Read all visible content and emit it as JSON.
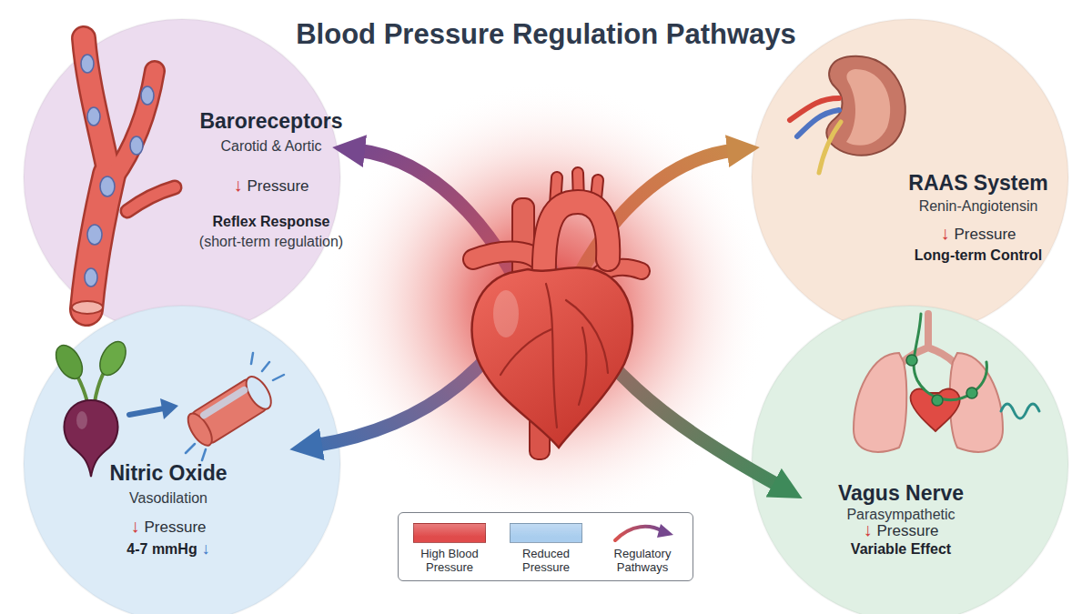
{
  "diagram": {
    "title": "Blood Pressure Regulation Pathways",
    "nodes": [
      {
        "text": [
          "Baroreceptors",
          "Carotid & Aortic",
          "↓",
          "Pressure",
          "Reflex Response",
          "(short-term regulation)"
        ]
      },
      {
        "text": [
          "RAAS System",
          "Renin-Angiotensin",
          "↓",
          "Pressure",
          "Long-term Control"
        ]
      },
      {
        "text": [
          "Nitric Oxide",
          "Vasodilation",
          "↓",
          "Pressure",
          "4-7 mmHg",
          "↓"
        ]
      },
      {
        "text": [
          "Vagus Nerve",
          "Parasympathetic",
          "↓",
          "Pressure",
          "Variable Effect"
        ]
      }
    ],
    "legend": [
      {
        "text": "High Blood Pressure",
        "color": "#e04b4b"
      },
      {
        "text": "Reduced Pressure",
        "color": "#a9cdee"
      },
      {
        "text": "Regulatory Pathways"
      }
    ]
  }
}
